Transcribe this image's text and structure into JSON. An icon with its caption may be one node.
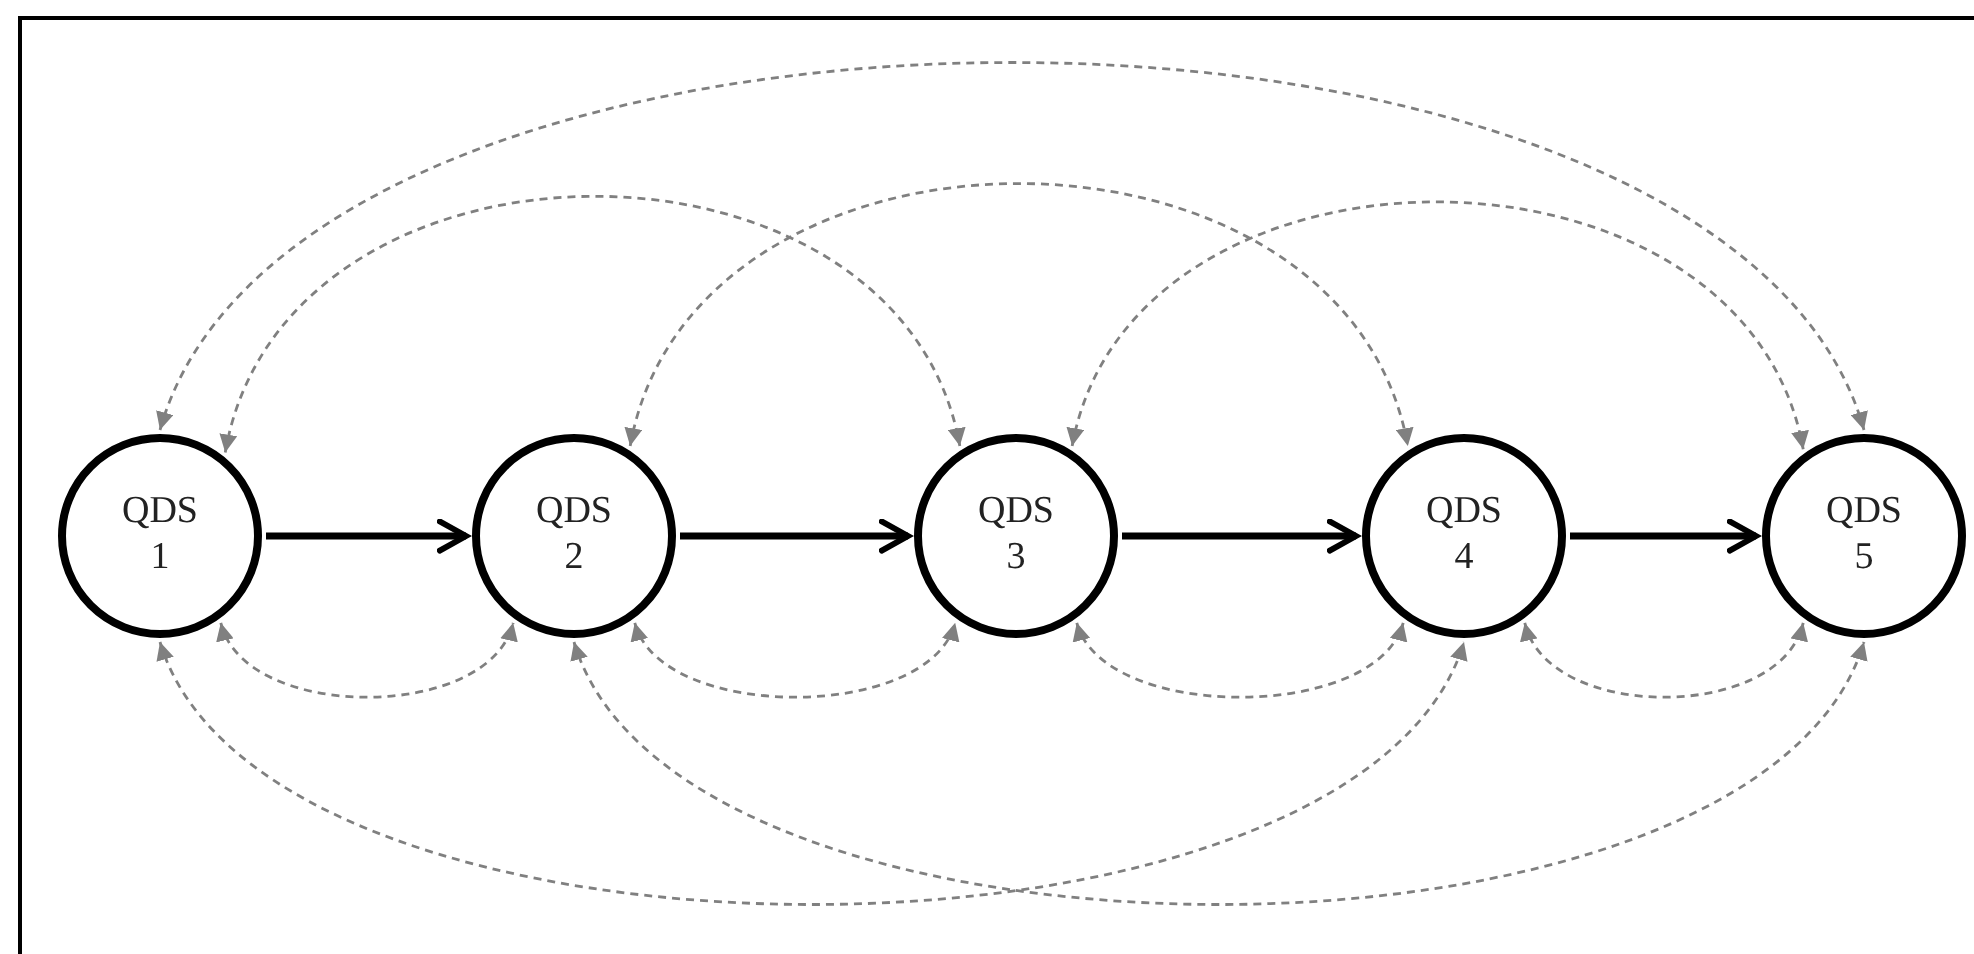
{
  "diagram": {
    "nodes": [
      {
        "text": [
          "QDS 1"
        ]
      },
      {
        "text": [
          "QDS 2"
        ]
      },
      {
        "text": [
          "QDS 3"
        ]
      },
      {
        "text": [
          "QDS 4"
        ]
      },
      {
        "text": [
          "QDS 5"
        ]
      }
    ],
    "edges": [
      {
        "from": 0,
        "to": 1,
        "arrow": "to",
        "style": "thick",
        "color": "#000000"
      },
      {
        "from": 1,
        "to": 2,
        "arrow": "to",
        "style": "thick",
        "color": "#000000"
      },
      {
        "from": 2,
        "to": 3,
        "arrow": "to",
        "style": "thick",
        "color": "#000000"
      },
      {
        "from": 3,
        "to": 4,
        "arrow": "to",
        "style": "thick",
        "color": "#000000"
      },
      {
        "from": 0,
        "to": 4,
        "arrow": "both",
        "style": "dashed",
        "color": "#808080"
      },
      {
        "from": 0,
        "to": 2,
        "arrow": "both",
        "style": "dashed",
        "color": "#808080"
      },
      {
        "from": 1,
        "to": 3,
        "arrow": "both",
        "style": "dashed",
        "color": "#808080"
      },
      {
        "from": 2,
        "to": 4,
        "arrow": "both",
        "style": "dashed",
        "color": "#808080"
      },
      {
        "from": 0,
        "to": 1,
        "arrow": "both",
        "style": "dashed",
        "color": "#808080"
      },
      {
        "from": 1,
        "to": 2,
        "arrow": "both",
        "style": "dashed",
        "color": "#808080"
      },
      {
        "from": 2,
        "to": 3,
        "arrow": "both",
        "style": "dashed",
        "color": "#808080"
      },
      {
        "from": 3,
        "to": 4,
        "arrow": "both",
        "style": "dashed",
        "color": "#808080"
      },
      {
        "from": 0,
        "to": 3,
        "arrow": "both",
        "style": "dashed",
        "color": "#808080"
      },
      {
        "from": 1,
        "to": 4,
        "arrow": "both",
        "style": "dashed",
        "color": "#808080"
      }
    ]
  }
}
